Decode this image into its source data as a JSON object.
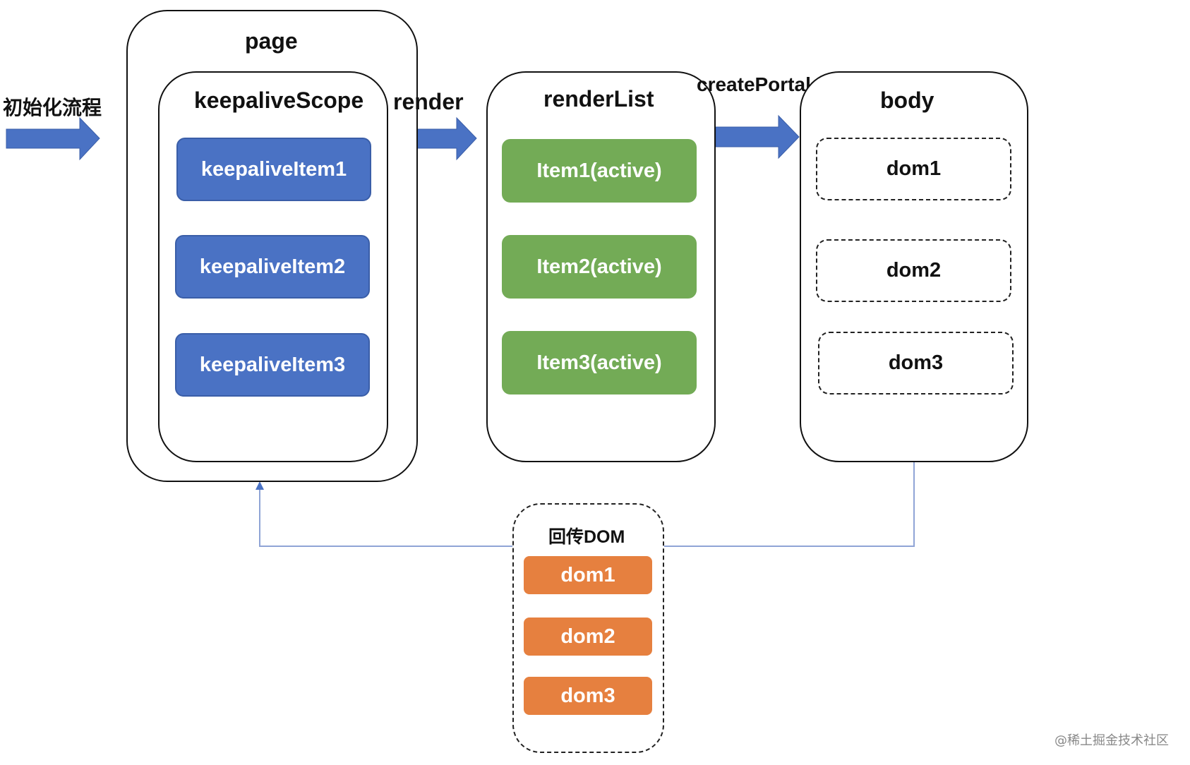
{
  "labels": {
    "init_flow": "初始化流程",
    "render": "render",
    "create_portal": "createPortal"
  },
  "page": {
    "title": "page",
    "scope": {
      "title": "keepaliveScope",
      "items": [
        "keepaliveItem1",
        "keepaliveItem2",
        "keepaliveItem3"
      ]
    }
  },
  "render_list": {
    "title": "renderList",
    "items": [
      "Item1(active)",
      "Item2(active)",
      "Item3(active)"
    ]
  },
  "body_panel": {
    "title": "body",
    "items": [
      "dom1",
      "dom2",
      "dom3"
    ]
  },
  "return_dom": {
    "title": "回传DOM",
    "items": [
      "dom1",
      "dom2",
      "dom3"
    ]
  },
  "watermark": "@稀土掘金技术社区",
  "colors": {
    "blue": "#4a72c4",
    "green": "#73ab56",
    "orange": "#e6803f",
    "connector": "#8fa4d6"
  }
}
